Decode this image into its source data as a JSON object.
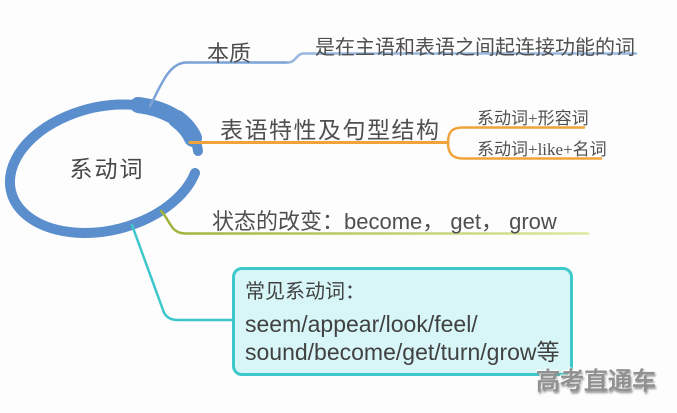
{
  "title": "系动词思维导图",
  "colors": {
    "root_stroke": "#5b8ecd",
    "branch_essence": "#7aa2d6",
    "branch_essence_light": "#9ab7e0",
    "branch_structure": "#f0a33a",
    "branch_state_start": "#9fb23b",
    "branch_state_end": "#dcead99",
    "branch_state_end_fixed": "#dce9a0",
    "branch_common": "#3cc7cb",
    "box_fill": "#d8f6f7",
    "box_border": "#3dc9c9",
    "text": "#4f4f4f"
  },
  "root": {
    "label": "系动词"
  },
  "branches": {
    "essence": {
      "label": "本质",
      "detail": "是在主语和表语之间起连接功能的词"
    },
    "structure": {
      "label": "表语特性及句型结构",
      "children": [
        "系动词+形容词",
        "系动词+like+名词"
      ]
    },
    "state_change": {
      "label_cjk": "状态的改变：",
      "label_latin": "become， get， grow"
    },
    "common": {
      "lines": [
        "常见系动词：",
        "seem/appear/look/feel/",
        "sound/become/get/turn/grow等"
      ]
    }
  },
  "watermark": "高考直通车"
}
